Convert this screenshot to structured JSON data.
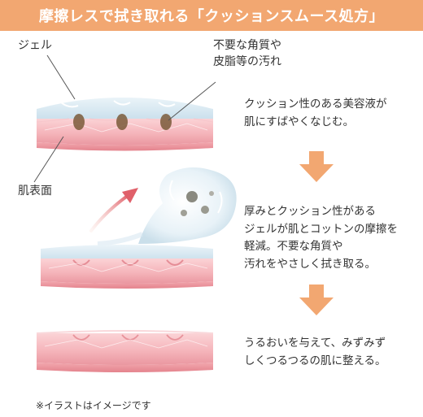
{
  "header": {
    "title": "摩擦レスで拭き取れる「クッションスムース処方」"
  },
  "labels": {
    "gel": "ジェル",
    "impurities_line1": "不要な角質や",
    "impurities_line2": "皮脂等の汚れ",
    "skin_surface": "肌表面"
  },
  "steps": [
    {
      "lines": [
        "クッション性のある美容液が",
        "肌にすばやくなじむ。"
      ]
    },
    {
      "lines": [
        "厚みとクッション性がある",
        "ジェルが肌とコットンの摩擦を",
        "軽減。不要な角質や",
        "汚れをやさしく拭き取る。"
      ]
    },
    {
      "lines": [
        "うるおいを与えて、みずみず",
        "しくつるつるの肌に整える。"
      ]
    }
  ],
  "footnote": "※イラストはイメージです",
  "colors": {
    "header_bg": "#f2a771",
    "arrow": "#f2a771",
    "skin_pink": "#f4b7bc",
    "skin_dark": "#e88a93",
    "gel_blue": "#d6e8f2",
    "dirt_brown": "#7a5a3a"
  },
  "icons": [
    "down-arrow-icon",
    "curved-up-arrow-icon"
  ]
}
